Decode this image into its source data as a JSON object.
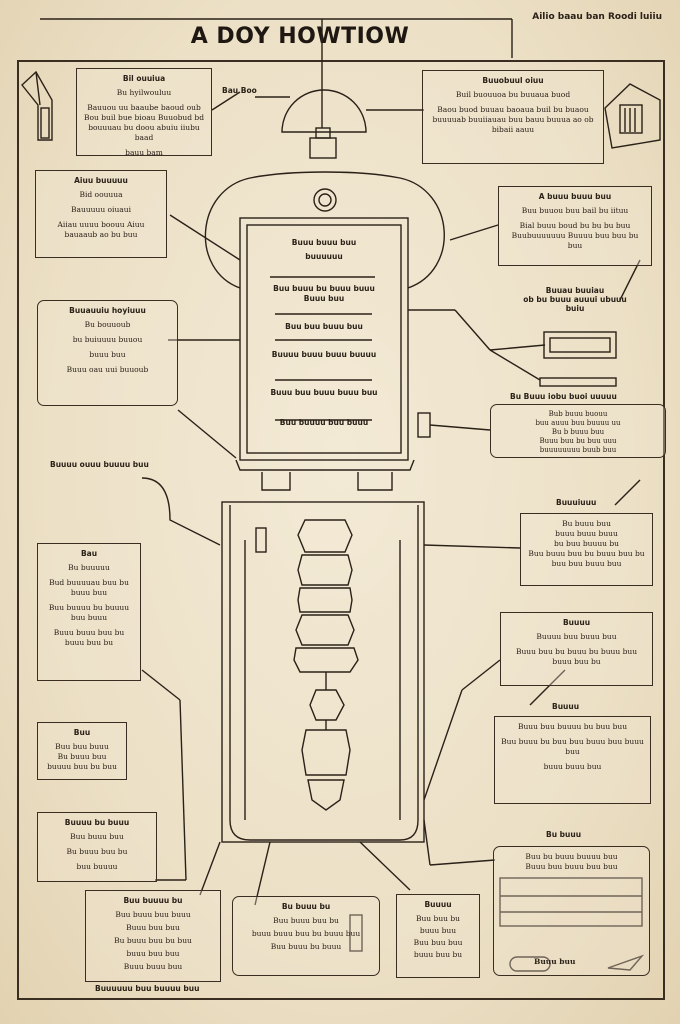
{
  "title": "A DOY HOWTIOW",
  "corner_label": "Ailio baau ban Roodi luiiu",
  "callouts": {
    "tl": {
      "heading": "Bil ouuiua",
      "lines": [
        "Bu hyilwouluu",
        "Bauuou uu baaube baoud oub Bou buil bue bioau Buuobud bd bouuuau bu doou abuiu iiubu baad",
        "bauu bam"
      ]
    },
    "tm": {
      "label": "Bau Boo"
    },
    "tr": {
      "heading": "Buuobuul oiuu",
      "lines": [
        "Buil buouuoa bu buuaua buod",
        "Baou buod buuau baoaua buil bu buaou buuuuab buuiiauau buu bauu buuua ao ob bibaii aauu"
      ]
    },
    "l1": {
      "heading": "Aiuu buuuuu",
      "lines": [
        "Bid oouuua",
        "Bauuuuu oiuaui",
        "Aiiau uuuu boouu Aiuu bauaaub ao bu buu"
      ]
    },
    "r1": {
      "heading": "A buuu buuu buu",
      "lines": [
        "Buu buuou buu bail bu iituu",
        "Bial buuu boud bu bu bu buu Buubuuuuuuu Buuuu buu buu bu buu"
      ]
    },
    "r2": {
      "heading": "Buuau buuiau",
      "lines": [
        "ob bu buuu auuui ubuuu",
        "buiu"
      ]
    },
    "l2": {
      "heading": "Buuauuiu hoyiuuu",
      "lines": [
        "Bu bouuoub",
        "bu buiuuuu buuou",
        "buuu buu",
        "Buuu oau uui buuoub"
      ]
    },
    "r3": {
      "label": "Bu Buuu iobu buoi uuuuu",
      "lines": [
        "Bub buuu buouu",
        "buu auuu buu buuuu uu",
        "Bu b buuu buu",
        "Buuu buu bu buu uuu",
        "buuuuuuuu buub buu"
      ]
    },
    "l3": {
      "label": "Buuuu ouuu buuuu buu"
    },
    "l4": {
      "heading": "Bau",
      "lines": [
        "Bu buuuuu",
        "Bud buuuuau buu bu buuu buu",
        "Buu buuuu bu buuuu buu buuu",
        "Buuu buuu buu bu buuu buu bu"
      ]
    },
    "r4": {
      "label": "Buuuiuuu",
      "lines": [
        "Bu buuu buu",
        "buuu buuu buuu",
        "bu buu buuuu bu",
        "Buu buuu buu bu buuu buu bu buu buu buuu buu"
      ]
    },
    "r5": {
      "heading": "Buuuu",
      "lines": [
        "Buuuu buu buuu buu",
        "Buuu buu bu buuu bu buuu buu buuu buu bu"
      ]
    },
    "l5": {
      "heading": "Buu",
      "lines": [
        "Buu buu buuu",
        "Bu buuu buu",
        "buuuu buu bu buu"
      ]
    },
    "r6": {
      "label": "Buuuu",
      "lines": [
        "Buuu buu buuuu bu buu buu",
        "Buu buuu bu buu buu buuu buu buuu buu",
        "buuu buuu buu"
      ]
    },
    "r7": {
      "label": "Bu buuu",
      "lines": [
        "Buu bu buuu buuuu buu",
        "Buuu buu buuu buu buu"
      ],
      "footer": "Buuu buu"
    },
    "b1": {
      "heading": "Buuuu bu buuu",
      "lines": [
        "Buu buuu buu",
        "Bu buuu buu bu",
        "buu buuuu"
      ]
    },
    "b2": {
      "heading": "Buu buuuu bu",
      "lines": [
        "Buu buuu buu buuu",
        "Buuu buu buu",
        "Bu buuu buu bu buu",
        "buuu buu buu"
      ],
      "footer": "Buuu buuu buu"
    },
    "b3": {
      "heading": "Bu buuu bu",
      "lines": [
        "Buu buuu buu bu",
        "buuu buuu buu bu buuu buu",
        "Buu buuu bu buuu"
      ]
    },
    "b4": {
      "heading": "Buuuu",
      "lines": [
        "Buu buu bu",
        "buuu buu",
        "Buu buu buu",
        "buuu buu bu"
      ]
    },
    "b5": {
      "label": "Buuuuuu buu buuuu buu"
    }
  },
  "machine": {
    "panel_lines": [
      "Buuu buuu buu",
      "buuuuuu",
      "Buu buuu bu buuu buuu",
      "Buuu buu",
      "Buu buu buuu buu",
      "Buuuu buuu buuu buuuu",
      "Buuu buu buuu buuu buu",
      "Buu buuuu buu buuu"
    ]
  }
}
